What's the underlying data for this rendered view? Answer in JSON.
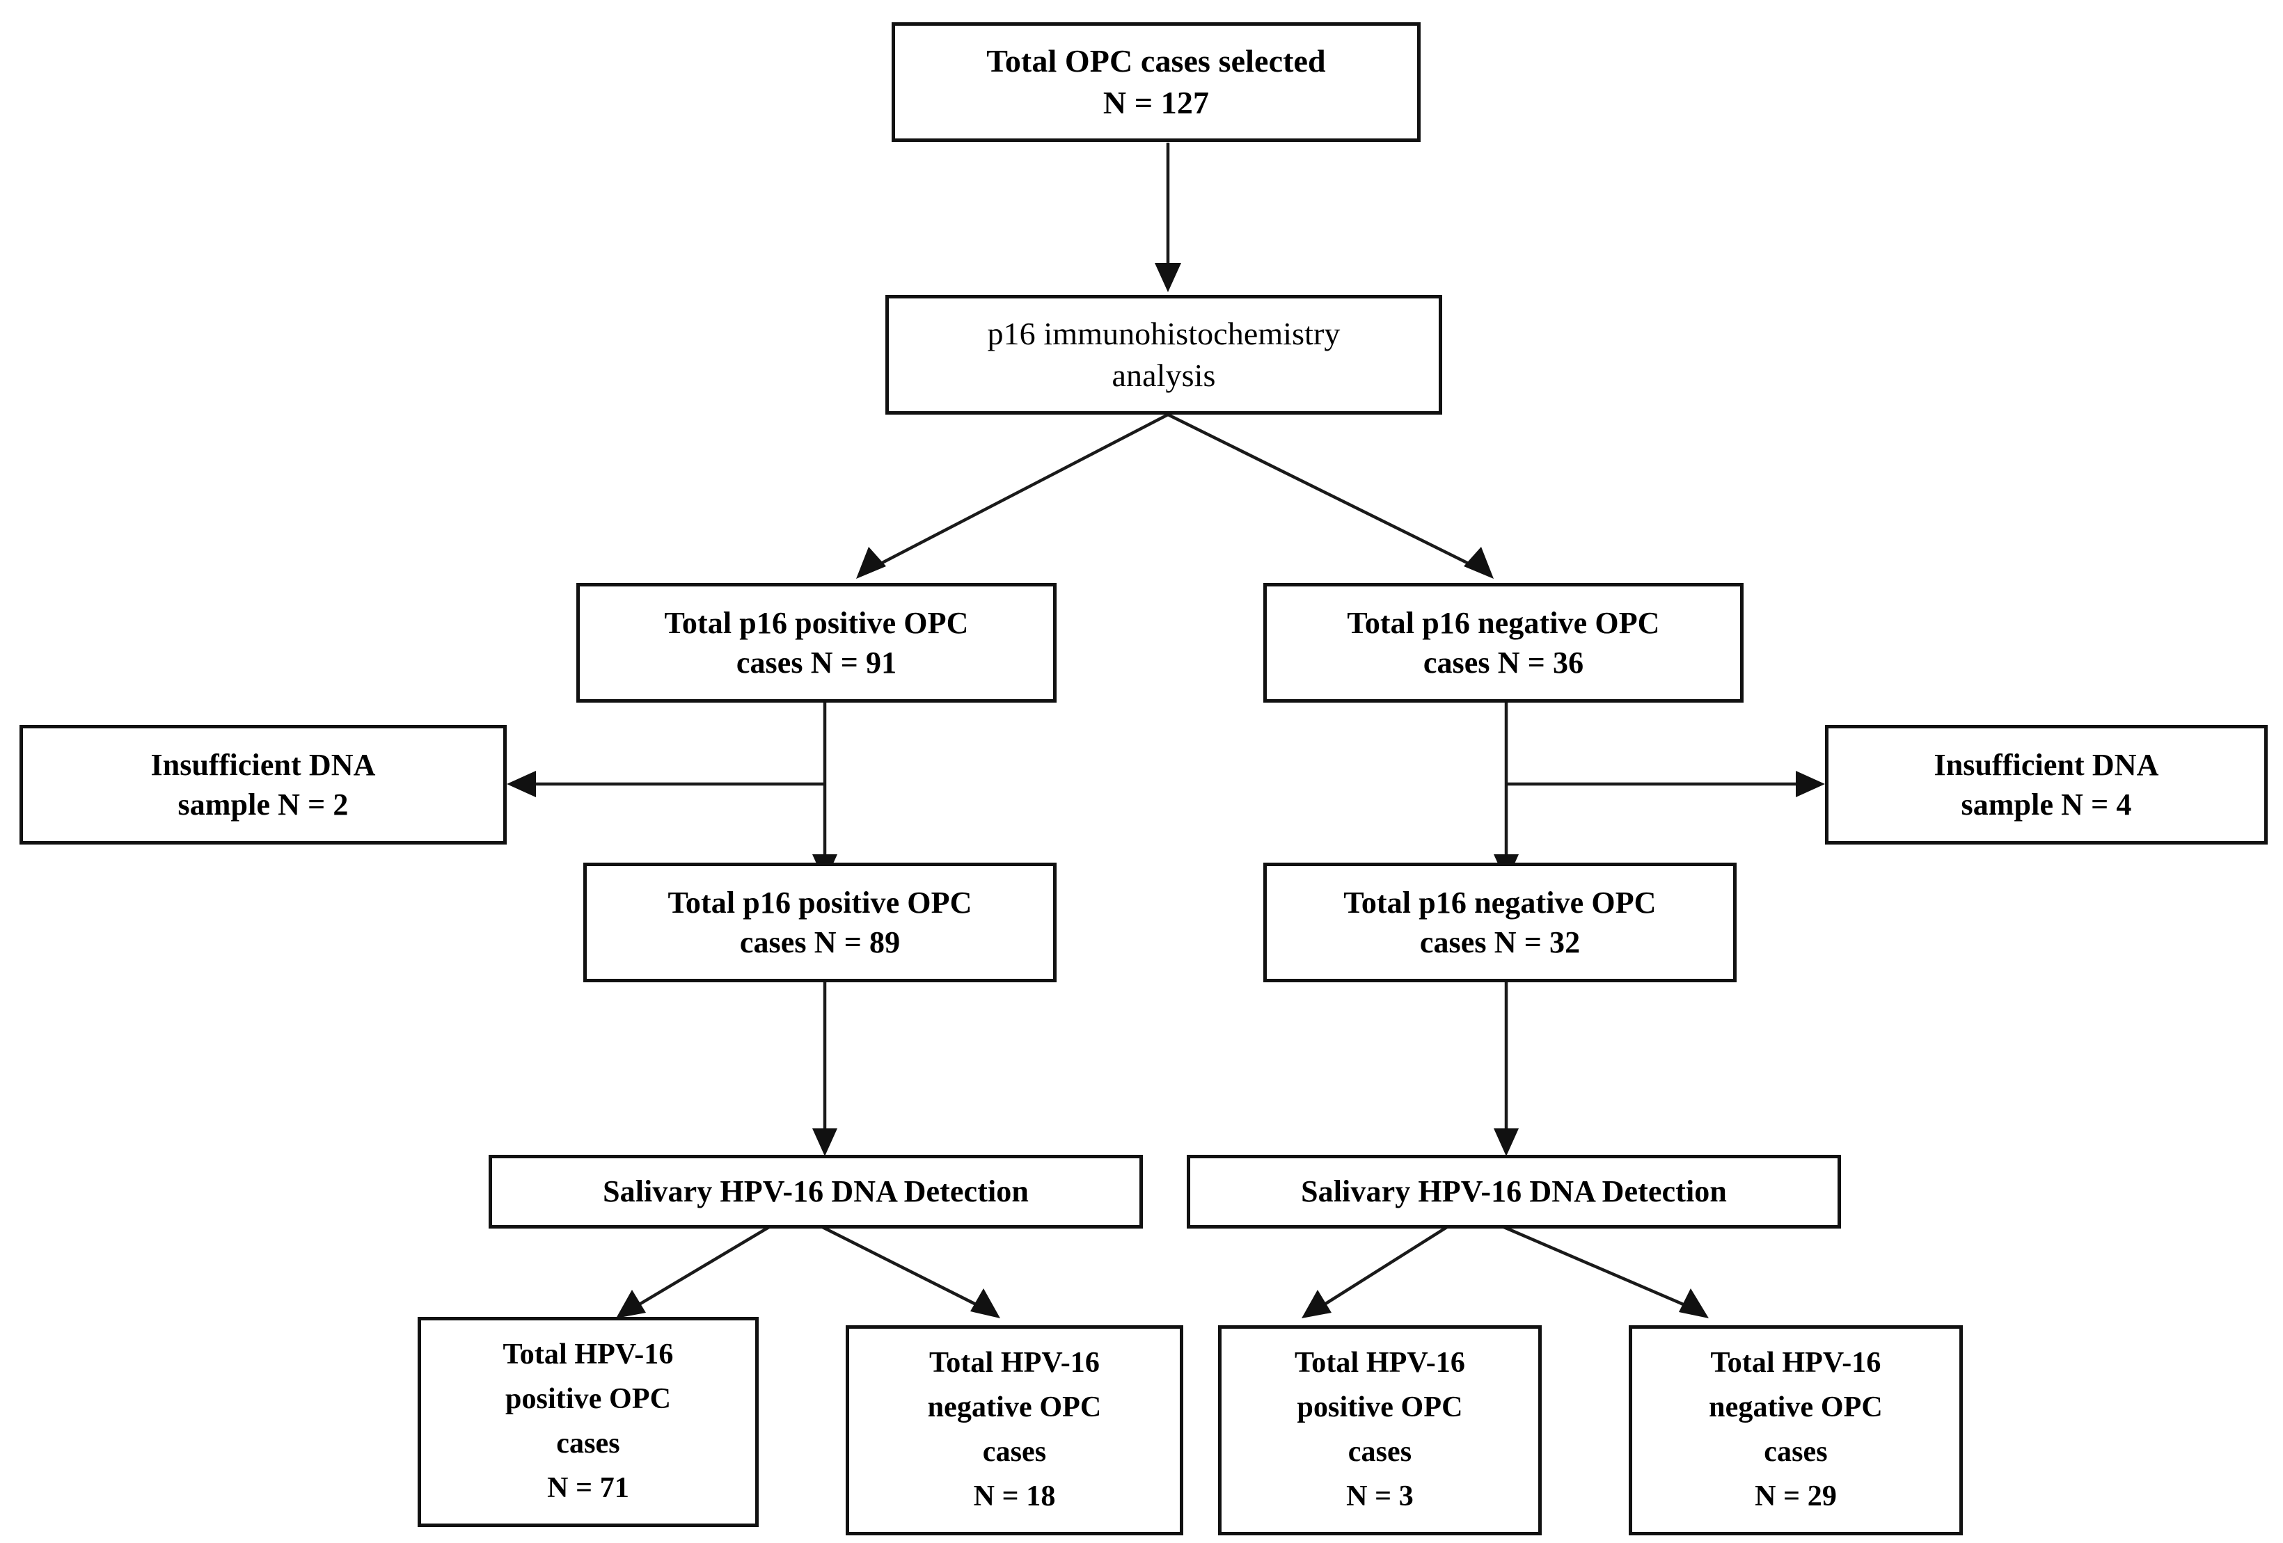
{
  "diagram": {
    "title": "OPC case selection and salivary HPV-16 DNA detection flowchart",
    "colors": {
      "border": "#111111",
      "text": "#000000",
      "background": "#ffffff",
      "connector": "#1a1a1a"
    }
  },
  "nodes": {
    "root": {
      "line1": "Total OPC cases selected",
      "line2": "N = 127"
    },
    "ihc": {
      "line1": "p16 immunohistochemistry",
      "line2": "analysis"
    },
    "p16_positive_initial": {
      "line1": "Total p16 positive OPC",
      "line2": "cases N = 91"
    },
    "p16_negative_initial": {
      "line1": "Total p16 negative OPC",
      "line2": "cases N = 36"
    },
    "insufficient_left": {
      "line1": "Insufficient DNA",
      "line2": "sample N = 2"
    },
    "insufficient_right": {
      "line1": "Insufficient DNA",
      "line2": "sample N = 4"
    },
    "p16_positive_final": {
      "line1": "Total p16 positive OPC",
      "line2": "cases N = 89"
    },
    "p16_negative_final": {
      "line1": "Total p16 negative OPC",
      "line2": "cases N = 32"
    },
    "detection_left": {
      "line1": "Salivary HPV-16 DNA Detection"
    },
    "detection_right": {
      "line1": "Salivary HPV-16 DNA Detection"
    },
    "leaf_pos_left": {
      "line1": "Total HPV-16",
      "line2": "positive OPC",
      "line3": "cases",
      "line4": "N = 71"
    },
    "leaf_neg_left": {
      "line1": "Total HPV-16",
      "line2": "negative OPC",
      "line3": "cases",
      "line4": "N = 18"
    },
    "leaf_pos_right": {
      "line1": "Total HPV-16",
      "line2": "positive OPC",
      "line3": "cases",
      "line4": "N = 3"
    },
    "leaf_neg_right": {
      "line1": "Total HPV-16",
      "line2": "negative OPC",
      "line3": "cases",
      "line4": "N = 29"
    }
  },
  "chart_data": {
    "type": "diagram",
    "title": "Total OPC cases selected N = 127",
    "flow": [
      {
        "id": "root",
        "label": "Total OPC cases selected",
        "n": 127,
        "level": 0
      },
      {
        "id": "ihc",
        "label": "p16 immunohistochemistry analysis",
        "n": null,
        "level": 1
      },
      {
        "id": "p16_positive_initial",
        "label": "Total p16 positive OPC cases",
        "n": 91,
        "level": 2
      },
      {
        "id": "p16_negative_initial",
        "label": "Total p16 negative OPC cases",
        "n": 36,
        "level": 2
      },
      {
        "id": "insufficient_left",
        "label": "Insufficient DNA sample",
        "n": 2,
        "level": 3
      },
      {
        "id": "insufficient_right",
        "label": "Insufficient DNA sample",
        "n": 4,
        "level": 3
      },
      {
        "id": "p16_positive_final",
        "label": "Total p16 positive OPC cases",
        "n": 89,
        "level": 3
      },
      {
        "id": "p16_negative_final",
        "label": "Total p16 negative OPC cases",
        "n": 32,
        "level": 3
      },
      {
        "id": "detection_left",
        "label": "Salivary HPV-16 DNA Detection",
        "n": null,
        "level": 4
      },
      {
        "id": "detection_right",
        "label": "Salivary HPV-16 DNA Detection",
        "n": null,
        "level": 4
      },
      {
        "id": "leaf_pos_left",
        "label": "Total HPV-16 positive OPC cases",
        "n": 71,
        "level": 5
      },
      {
        "id": "leaf_neg_left",
        "label": "Total HPV-16 negative OPC cases",
        "n": 18,
        "level": 5
      },
      {
        "id": "leaf_pos_right",
        "label": "Total HPV-16 positive OPC cases",
        "n": 3,
        "level": 5
      },
      {
        "id": "leaf_neg_right",
        "label": "Total HPV-16 negative OPC cases",
        "n": 29,
        "level": 5
      }
    ],
    "edges": [
      {
        "from": "root",
        "to": "ihc"
      },
      {
        "from": "ihc",
        "to": "p16_positive_initial"
      },
      {
        "from": "ihc",
        "to": "p16_negative_initial"
      },
      {
        "from": "p16_positive_initial",
        "to": "insufficient_left"
      },
      {
        "from": "p16_positive_initial",
        "to": "p16_positive_final"
      },
      {
        "from": "p16_negative_initial",
        "to": "insufficient_right"
      },
      {
        "from": "p16_negative_initial",
        "to": "p16_negative_final"
      },
      {
        "from": "p16_positive_final",
        "to": "detection_left"
      },
      {
        "from": "p16_negative_final",
        "to": "detection_right"
      },
      {
        "from": "detection_left",
        "to": "leaf_pos_left"
      },
      {
        "from": "detection_left",
        "to": "leaf_neg_left"
      },
      {
        "from": "detection_right",
        "to": "leaf_pos_right"
      },
      {
        "from": "detection_right",
        "to": "leaf_neg_right"
      }
    ]
  }
}
